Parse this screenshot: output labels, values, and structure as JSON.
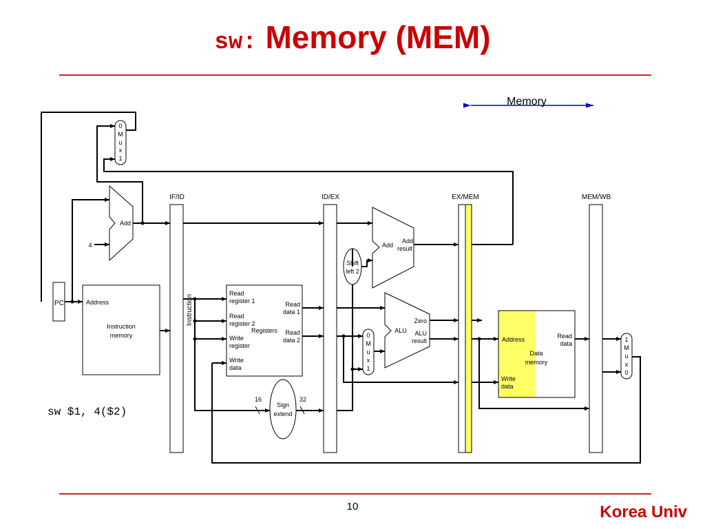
{
  "slide": {
    "title_code": "sw:",
    "title_text": "Memory (MEM)",
    "instruction": "sw $1, 4($2)",
    "page_number": "10",
    "brand": "Korea Univ"
  },
  "diagram": {
    "stage_label": "Memory",
    "pipeline_registers": [
      "IF/ID",
      "ID/EX",
      "EX/MEM",
      "MEM/WB"
    ],
    "pc": "PC",
    "constant_four": "4",
    "instruction_memory": {
      "address": "Address",
      "line1": "Instruction",
      "line2": "memory"
    },
    "instruction_label": "Instruction",
    "pc_adder": "Add",
    "pc_mux": [
      "0",
      "M",
      "u",
      "x",
      "1"
    ],
    "registers": {
      "read_register_1": [
        "Read",
        "register 1"
      ],
      "read_register_2": [
        "Read",
        "register 2"
      ],
      "write_register": [
        "Write",
        "register"
      ],
      "write_data": [
        "Write",
        "data"
      ],
      "title": "Registers",
      "read_data_1": [
        "Read",
        "data 1"
      ],
      "read_data_2": [
        "Read",
        "data 2"
      ]
    },
    "sign_extend": {
      "line1": "Sign",
      "line2": "extend",
      "in_bits": "16",
      "out_bits": "32"
    },
    "shift_left": {
      "line1": "Shift",
      "line2": "left 2"
    },
    "branch_adder": {
      "label": "Add",
      "result": [
        "Add",
        "result"
      ]
    },
    "alu": {
      "label": "ALU",
      "zero": "Zero",
      "result": [
        "ALU",
        "result"
      ]
    },
    "alu_mux": [
      "0",
      "M",
      "u",
      "x",
      "1"
    ],
    "data_memory": {
      "address": "Address",
      "read_data": [
        "Read",
        "data"
      ],
      "name": [
        "Data",
        "memory"
      ],
      "write_data": [
        "Write",
        "data"
      ]
    },
    "wb_mux": [
      "1",
      "M",
      "u",
      "x",
      "0"
    ],
    "colors": {
      "title": "#cc0000",
      "highlight": "#ffff66",
      "arrow": "#0000cc",
      "rule": "#cc2222"
    }
  }
}
